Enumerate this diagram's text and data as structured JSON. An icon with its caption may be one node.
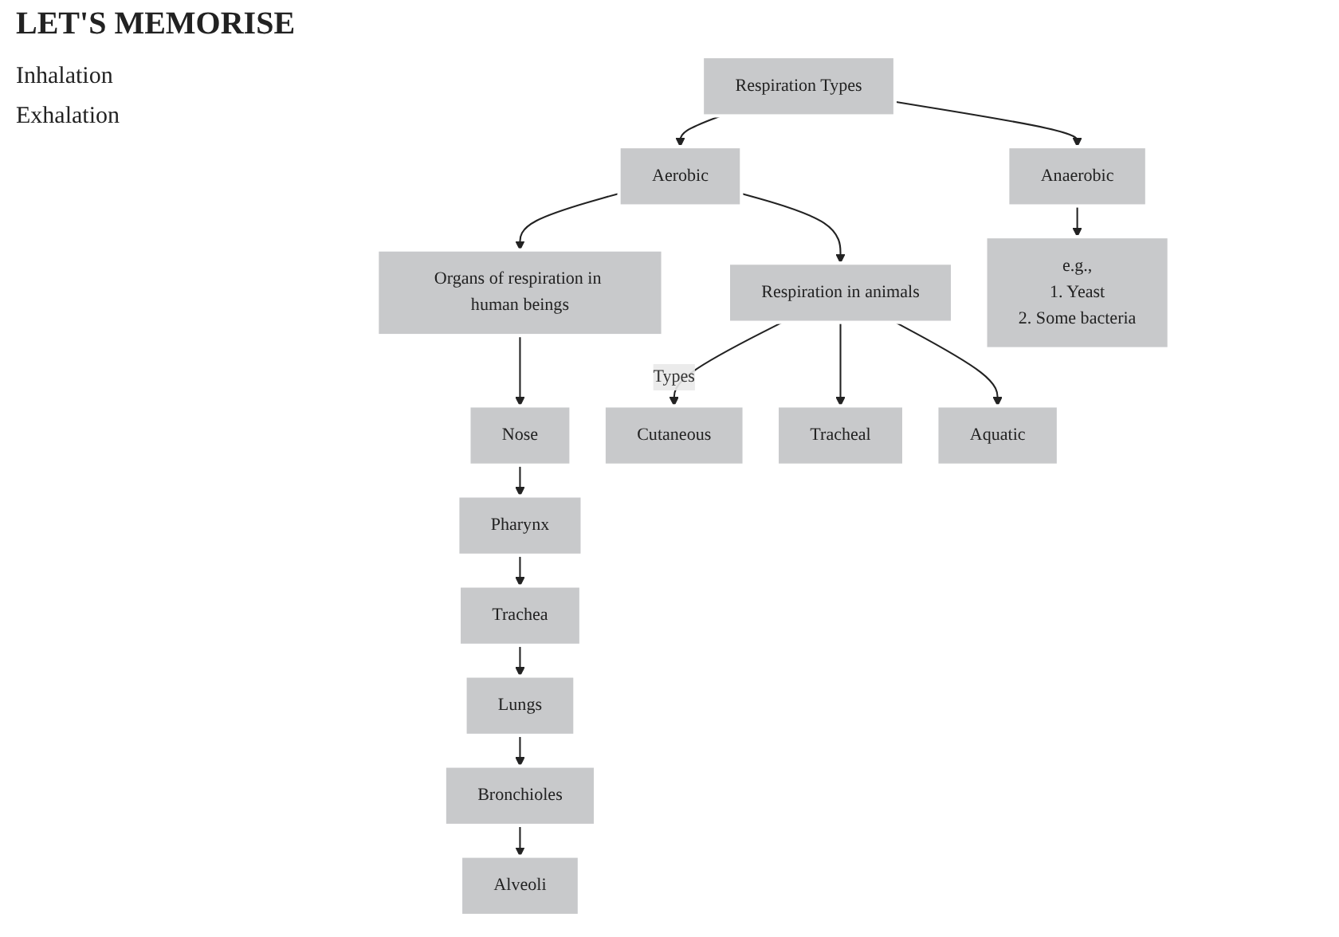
{
  "diagram": {
    "title": "LET'S MEMORISE",
    "nodes": [
      {
        "text": [
          "Respiration Types"
        ]
      },
      {
        "text": [
          "Aerobic"
        ]
      },
      {
        "text": [
          "Anaerobic"
        ]
      },
      {
        "text": [
          "Organs of respiration in human beings"
        ]
      },
      {
        "text": [
          "Respiration in animals"
        ]
      },
      {
        "text": [
          "e.g.,",
          "1. Yeast",
          "2. Some bacteria"
        ]
      },
      {
        "text": [
          "Nose"
        ]
      },
      {
        "text": [
          "Pharynx"
        ]
      },
      {
        "text": [
          "Trachea"
        ]
      },
      {
        "text": [
          "Lungs"
        ]
      },
      {
        "text": [
          "Bronchioles"
        ]
      },
      {
        "text": [
          "Alveoli"
        ]
      },
      {
        "text": [
          "Cutaneous"
        ]
      },
      {
        "text": [
          "Tracheal"
        ]
      },
      {
        "text": [
          "Aquatic"
        ]
      }
    ],
    "edges": [
      {
        "from": 0,
        "to": 1,
        "arrow": "to"
      },
      {
        "from": 0,
        "to": 2,
        "arrow": "to"
      },
      {
        "from": 1,
        "to": 3,
        "arrow": "to"
      },
      {
        "from": 1,
        "to": 4,
        "arrow": "to"
      },
      {
        "from": 2,
        "to": 5,
        "arrow": "to"
      },
      {
        "from": 3,
        "to": 6,
        "arrow": "to"
      },
      {
        "from": 6,
        "to": 7,
        "arrow": "to"
      },
      {
        "from": 7,
        "to": 8,
        "arrow": "to"
      },
      {
        "from": 8,
        "to": 9,
        "arrow": "to"
      },
      {
        "from": 9,
        "to": 10,
        "arrow": "to"
      },
      {
        "from": 10,
        "to": 11,
        "arrow": "to"
      },
      {
        "from": 4,
        "to": 12,
        "label": "Types",
        "arrow": "to"
      },
      {
        "from": 4,
        "to": 13,
        "arrow": "to"
      },
      {
        "from": 4,
        "to": 14,
        "arrow": "to"
      }
    ],
    "labels": [
      "Inhalation",
      "Exhalation"
    ]
  }
}
